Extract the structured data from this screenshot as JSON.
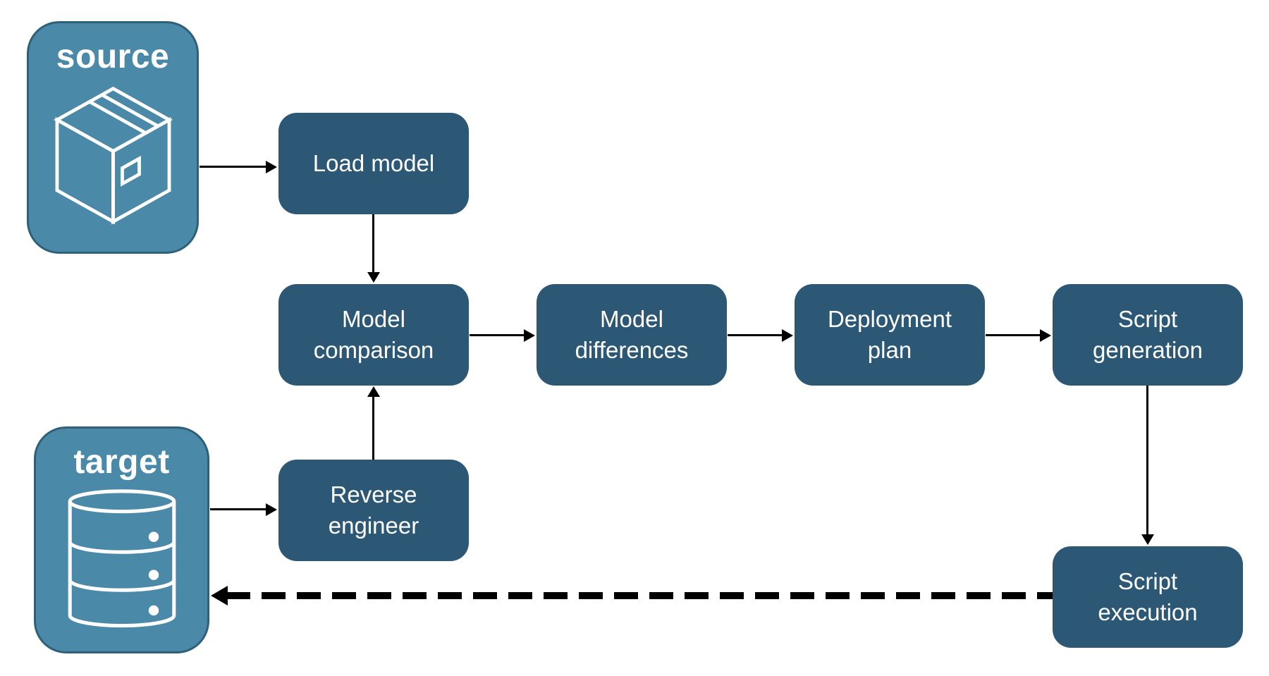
{
  "diagram": {
    "type": "flowchart",
    "entities": {
      "source": {
        "label": "source",
        "icon": "package"
      },
      "target": {
        "label": "target",
        "icon": "database"
      }
    },
    "processes": {
      "load_model": {
        "line1": "Load model"
      },
      "model_comparison": {
        "line1": "Model",
        "line2": "comparison"
      },
      "model_differences": {
        "line1": "Model",
        "line2": "differences"
      },
      "deployment_plan": {
        "line1": "Deployment",
        "line2": "plan"
      },
      "script_generation": {
        "line1": "Script",
        "line2": "generation"
      },
      "reverse_engineer": {
        "line1": "Reverse",
        "line2": "engineer"
      },
      "script_execution": {
        "line1": "Script",
        "line2": "execution"
      }
    },
    "flows": [
      {
        "from": "source",
        "to": "Load model",
        "style": "solid"
      },
      {
        "from": "Load model",
        "to": "Model comparison",
        "style": "solid"
      },
      {
        "from": "Model comparison",
        "to": "Model differences",
        "style": "solid"
      },
      {
        "from": "Model differences",
        "to": "Deployment plan",
        "style": "solid"
      },
      {
        "from": "Deployment plan",
        "to": "Script generation",
        "style": "solid"
      },
      {
        "from": "target",
        "to": "Reverse engineer",
        "style": "solid"
      },
      {
        "from": "Reverse engineer",
        "to": "Model comparison",
        "style": "solid"
      },
      {
        "from": "Script generation",
        "to": "Script execution",
        "style": "solid"
      },
      {
        "from": "Script execution",
        "to": "target",
        "style": "dashed"
      }
    ],
    "colors": {
      "background": "#FFFFFF",
      "entity_fill": "#4A89A8",
      "entity_border": "#2F6078",
      "process_fill": "#2C5876",
      "label_text": "#FFFFFF",
      "arrow": "#000000"
    }
  }
}
